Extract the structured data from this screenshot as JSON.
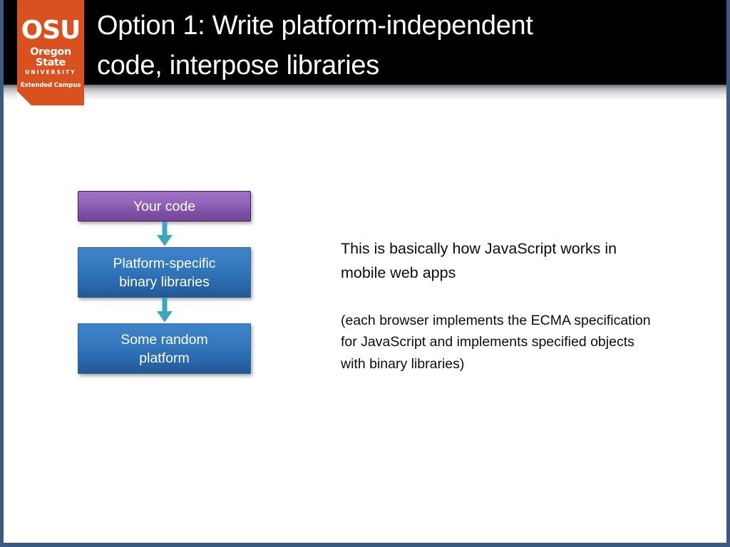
{
  "slide": {
    "title": "Option 1: Write platform-independent\ncode, interpose libraries",
    "accent_orange": "#d9511f",
    "frame_color": "#3c5a80",
    "header_color": "#000000",
    "arrow_color": "#3fa6c0"
  },
  "logo": {
    "acronym": "OSU",
    "name": "Oregon State",
    "university": "UNIVERSITY",
    "unit": "Extended Campus"
  },
  "diagram": {
    "nodes": [
      {
        "label": "Your code",
        "color": "#8a57ae"
      },
      {
        "label": "Platform-specific\nbinary libraries",
        "color": "#2d6fb3"
      },
      {
        "label": "Some random\nplatform",
        "color": "#2d6fb3"
      }
    ],
    "arrows": [
      {
        "direction": "down"
      },
      {
        "direction": "down"
      }
    ]
  },
  "body": {
    "paragraph1": "This is basically how JavaScript works in mobile web apps",
    "paragraph2": "(each browser implements the ECMA specification for JavaScript and implements specified objects with binary libraries)"
  }
}
